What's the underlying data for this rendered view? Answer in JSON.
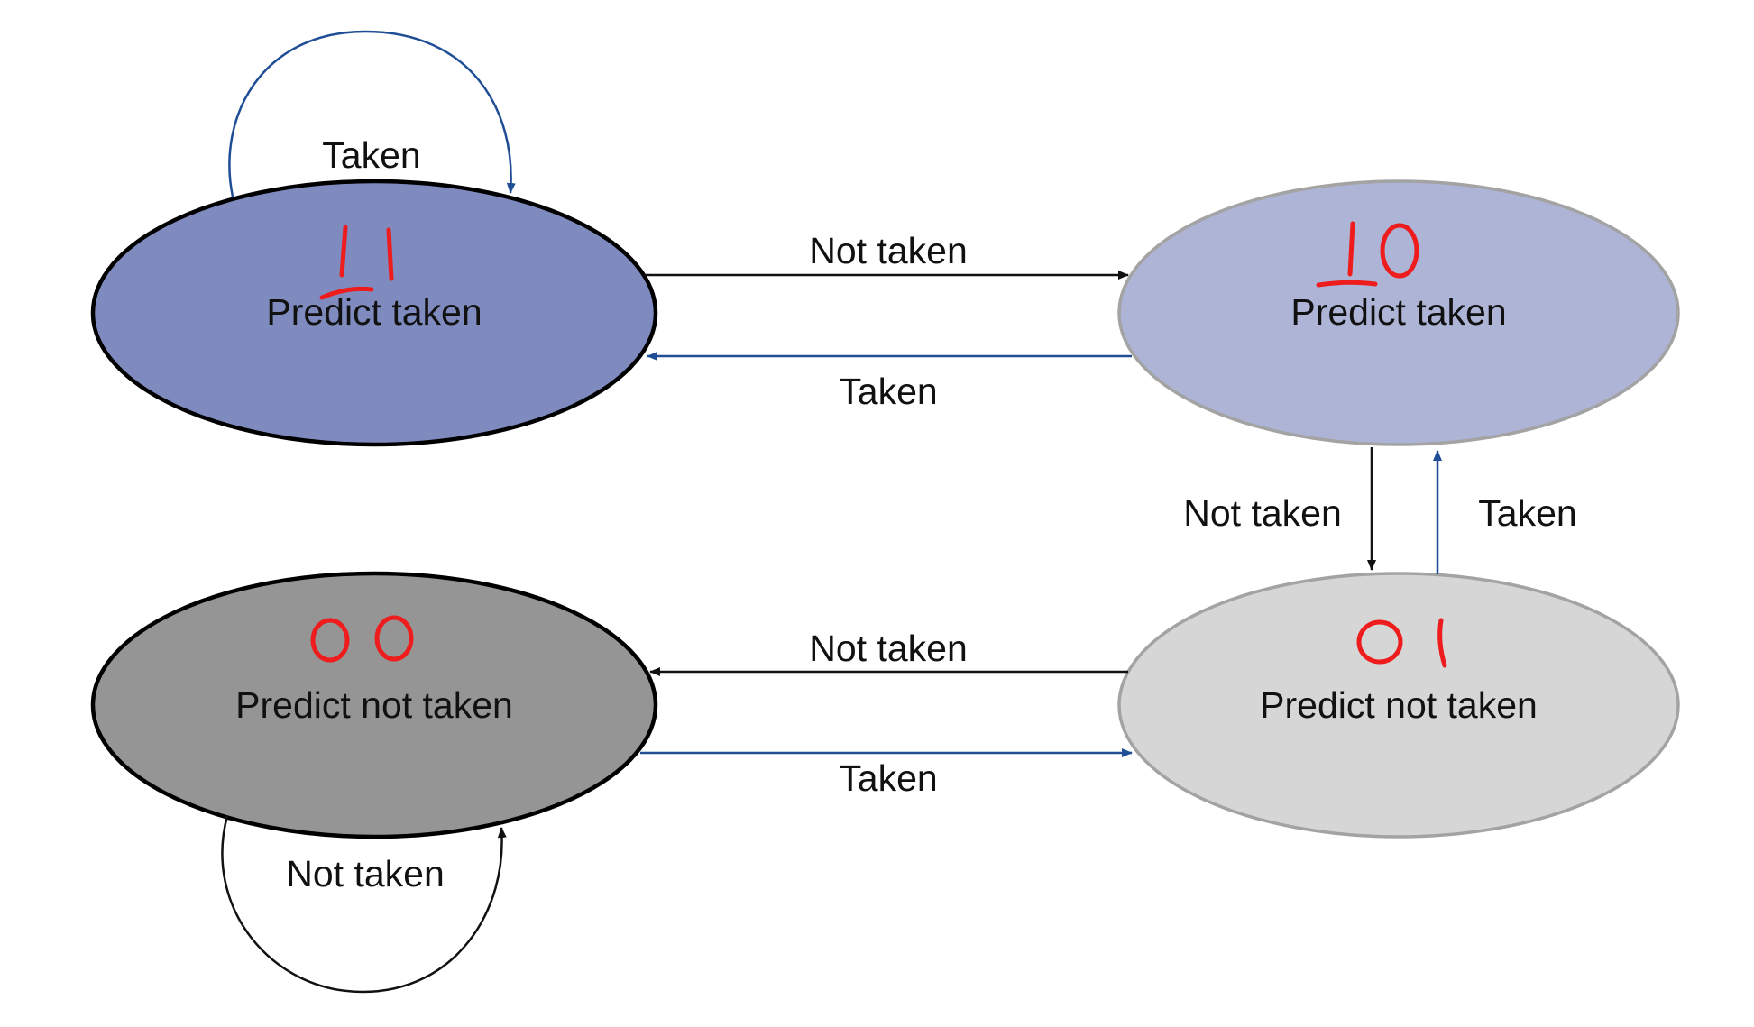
{
  "states": [
    {
      "id": "s11",
      "label": "Predict taken",
      "annotation": "11",
      "fill": "#7f8bbe"
    },
    {
      "id": "s10",
      "label": "Predict taken",
      "annotation": "10",
      "fill": "#aeb4d6"
    },
    {
      "id": "s01",
      "label": "Predict not taken",
      "annotation": "01",
      "fill": "#d6d6d6"
    },
    {
      "id": "s00",
      "label": "Predict not taken",
      "annotation": "00",
      "fill": "#959595"
    }
  ],
  "transitions": [
    {
      "from": "s11",
      "to": "s11",
      "label": "Taken",
      "color": "#1f4e96"
    },
    {
      "from": "s11",
      "to": "s10",
      "label": "Not taken",
      "color": "#111111"
    },
    {
      "from": "s10",
      "to": "s11",
      "label": "Taken",
      "color": "#1f4e96"
    },
    {
      "from": "s10",
      "to": "s01",
      "label": "Not taken",
      "color": "#111111"
    },
    {
      "from": "s01",
      "to": "s10",
      "label": "Taken",
      "color": "#1f4e96"
    },
    {
      "from": "s01",
      "to": "s00",
      "label": "Not taken",
      "color": "#111111"
    },
    {
      "from": "s00",
      "to": "s01",
      "label": "Taken",
      "color": "#1f4e96"
    },
    {
      "from": "s00",
      "to": "s00",
      "label": "Not taken",
      "color": "#111111"
    }
  ],
  "colors": {
    "taken_arrow": "#1f4e96",
    "not_taken_arrow": "#111111",
    "annotation_ink": "#ee1c1c"
  }
}
